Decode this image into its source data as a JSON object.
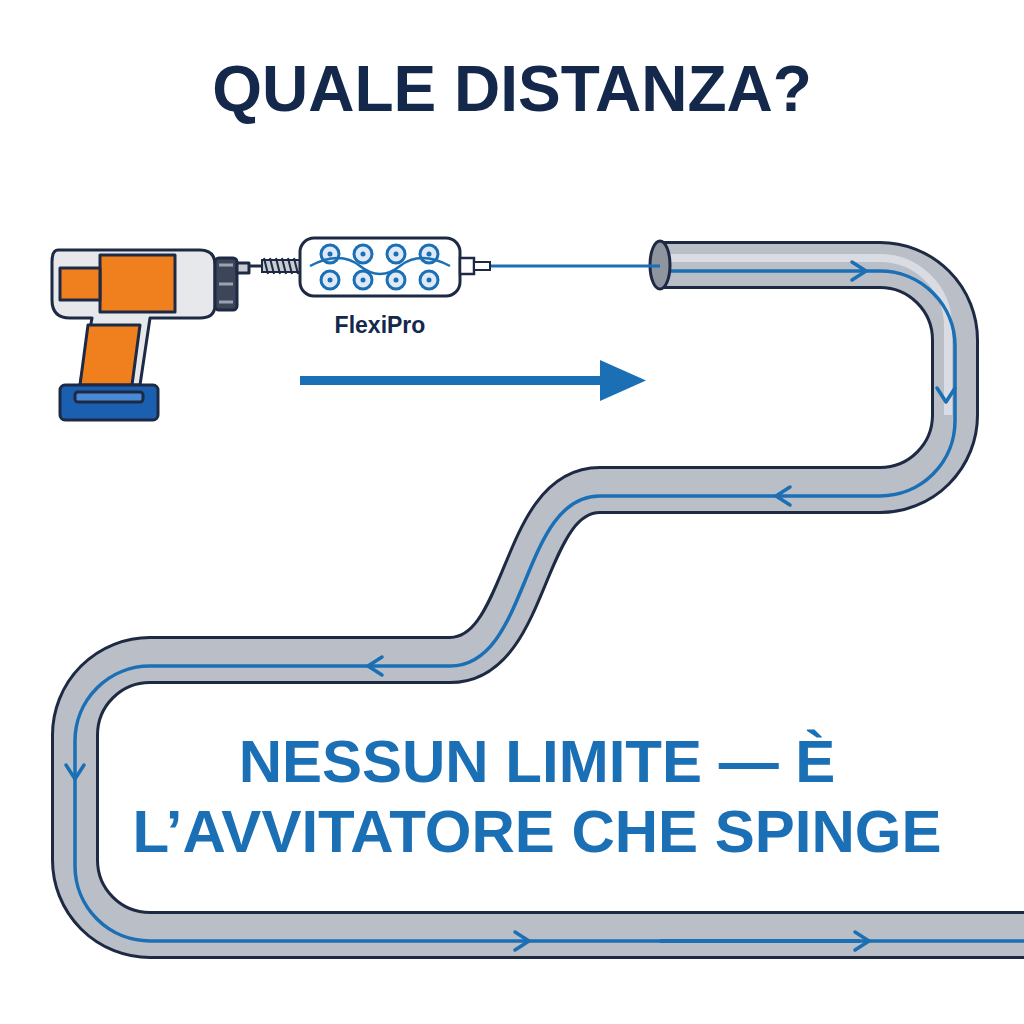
{
  "diagram": {
    "title": "QUALE DISTANZA?",
    "labels": [
      "FlexiPro",
      "NESSUN LIMITE — È L’AVVITATORE CHE SPINGE"
    ]
  }
}
